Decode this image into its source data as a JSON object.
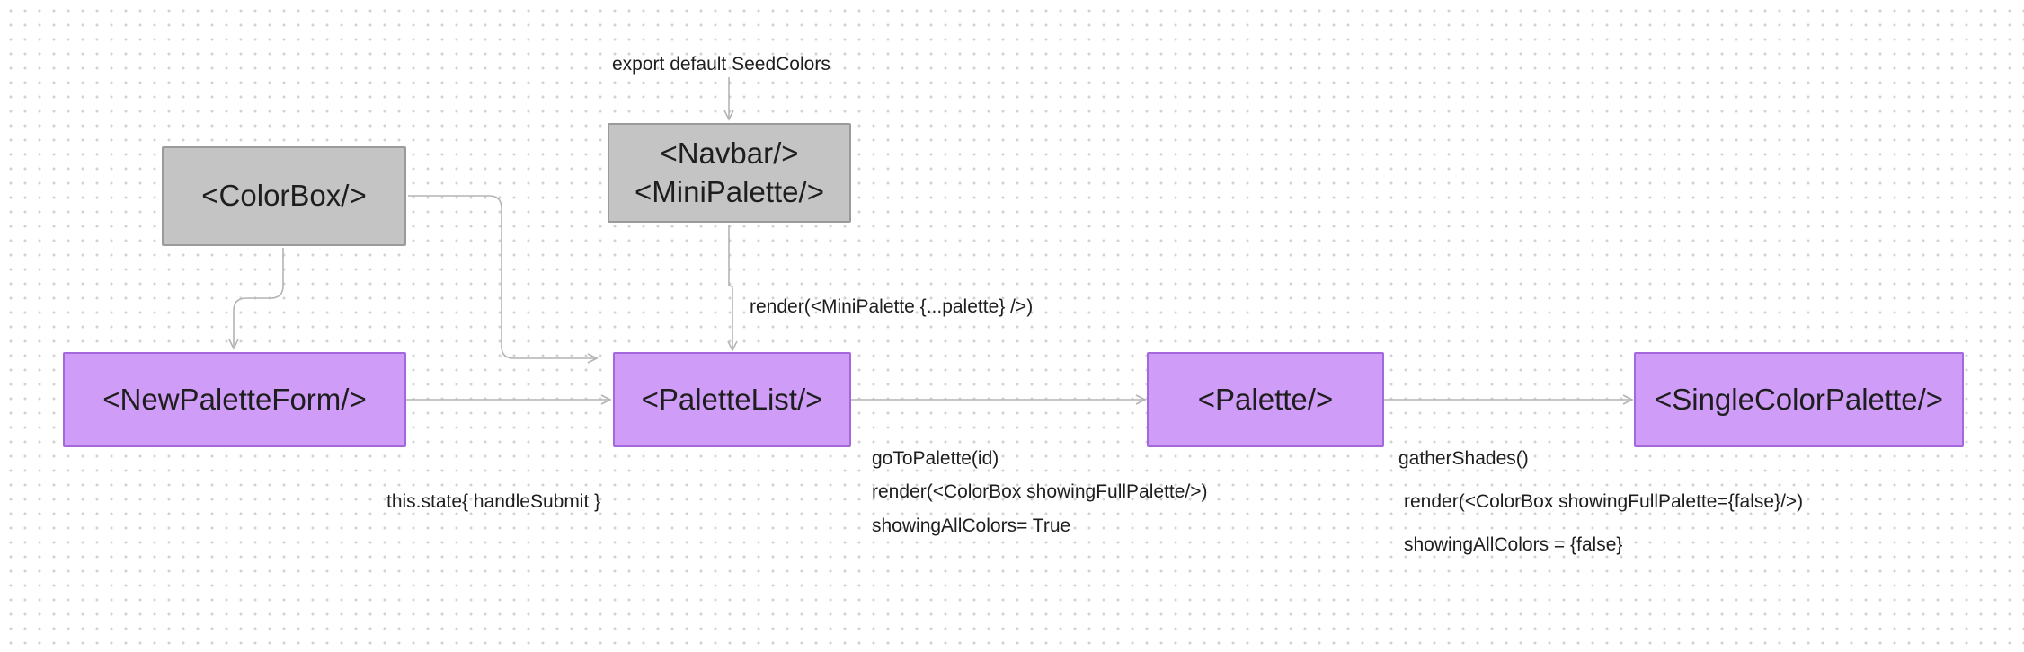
{
  "nodes": {
    "colorbox": {
      "label": "<ColorBox/>"
    },
    "navbar_minipalette": {
      "line1": "<Navbar/>",
      "line2": "<MiniPalette/>"
    },
    "new_palette_form": {
      "label": "<NewPaletteForm/>"
    },
    "palette_list": {
      "label": "<PaletteList/>"
    },
    "palette": {
      "label": "<Palette/>"
    },
    "single_color_palette": {
      "label": "<SingleColorPalette/>"
    }
  },
  "notes": {
    "export_default": "export default SeedColors",
    "render_minipalette": "render(<MiniPalette {...palette} />)",
    "this_state": "this.state{ handleSubmit }",
    "go_to_palette": "goToPalette(id)",
    "render_colorbox_full": "render(<ColorBox showingFullPalette/>)",
    "showing_all_colors_true": "showingAllColors= True",
    "gather_shades": "gatherShades()",
    "render_colorbox_false": "render(<ColorBox showingFullPalette={false}/>)",
    "showing_all_colors_false": "showingAllColors = {false}"
  },
  "colors": {
    "gray_node_fill": "#c4c4c4",
    "gray_node_border": "#9a9a9a",
    "purple_node_fill": "#cf9cf8",
    "purple_node_border": "#a468dc",
    "connector": "#b4b4b4",
    "canvas_dot": "#d2d2d2"
  }
}
